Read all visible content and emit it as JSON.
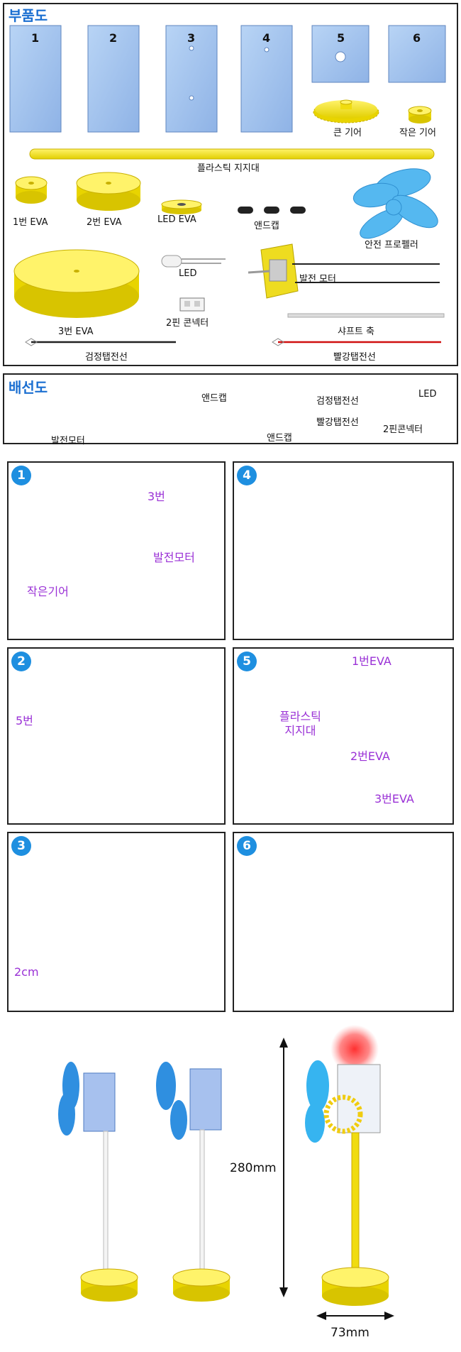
{
  "parts": {
    "title": "부품도",
    "plate_numbers": [
      "1",
      "2",
      "3",
      "4",
      "5",
      "6"
    ],
    "big_gear": "큰 기어",
    "small_gear": "작은 기어",
    "plastic_rod": "플라스틱 지지대",
    "eva1": "1번 EVA",
    "eva2": "2번 EVA",
    "led_eva": "LED EVA",
    "end_cap": "앤드캡",
    "propeller": "안전 프로펠러",
    "led": "LED",
    "motor": "발전 모터",
    "eva3": "3번 EVA",
    "connector": "2핀 콘넥터",
    "shaft": "샤프트 축",
    "black_wire": "검정탭전선",
    "red_wire": "빨강탭전선"
  },
  "wiring": {
    "title": "배선도",
    "end_cap_top": "앤드캡",
    "black_wire": "검정탭전선",
    "led": "LED",
    "red_wire": "빨강탭전선",
    "connector": "2핀콘넥터",
    "motor": "발전모터",
    "end_cap_bottom": "앤드캡"
  },
  "steps": {
    "s1": {
      "num": "1",
      "plate": "3번",
      "motor": "발전모터",
      "gear": "작은기어"
    },
    "s2": {
      "num": "2",
      "plate": "5번"
    },
    "s3": {
      "num": "3",
      "length": "2cm"
    },
    "s4": {
      "num": "4"
    },
    "s5": {
      "num": "5",
      "eva1": "1번EVA",
      "rod": "플라스틱\n지지대",
      "eva2": "2번EVA",
      "eva3": "3번EVA"
    },
    "s6": {
      "num": "6"
    }
  },
  "final": {
    "height": "280mm",
    "width": "73mm"
  }
}
